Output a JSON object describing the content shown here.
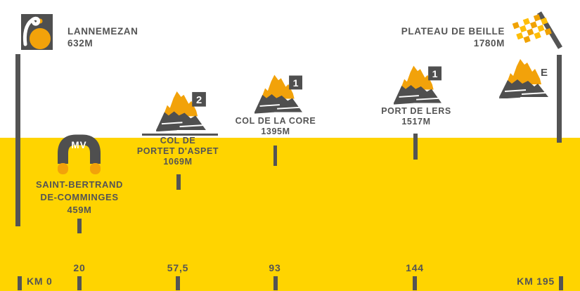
{
  "colors": {
    "band_yellow": "#FFD400",
    "accent_orange": "#F2A20A",
    "dark_gray": "#545454"
  },
  "start": {
    "name": "LANNEMEZAN",
    "altitude": "632M"
  },
  "finish": {
    "name": "PLATEAU DE BEILLE",
    "altitude": "1780M"
  },
  "sprint": {
    "badge": "MV",
    "name_line1": "SAINT-BERTRAND",
    "name_line2": "DE-COMMINGES",
    "altitude": "459M"
  },
  "climbs": [
    {
      "name_line1": "COL DE",
      "name_line2": "PORTET D'ASPET",
      "altitude": "1069M",
      "category": "2"
    },
    {
      "name_line1": "COL DE LA CORE",
      "altitude": "1395M",
      "category": "1"
    },
    {
      "name_line1": "PORT DE LERS",
      "altitude": "1517M",
      "category": "1"
    },
    {
      "category": "E"
    }
  ],
  "axis": {
    "start_label": "KM 0",
    "end_label": "KM 195",
    "ticks": [
      "20",
      "57,5",
      "93",
      "144"
    ]
  }
}
